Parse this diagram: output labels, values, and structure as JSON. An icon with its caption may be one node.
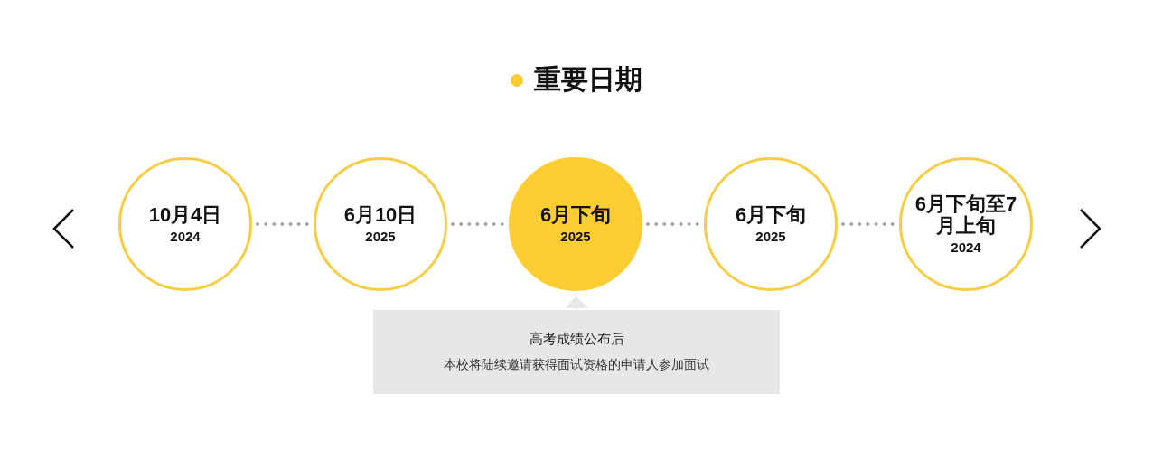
{
  "diagram": {
    "title": "重要日期",
    "nodes": [
      {
        "text": [
          "10月4日",
          "2024"
        ]
      },
      {
        "text": [
          "6月10日",
          "2025"
        ]
      },
      {
        "text": [
          "6月下旬",
          "2025"
        ]
      },
      {
        "text": [
          "6月下旬",
          "2025"
        ]
      },
      {
        "text": [
          "6月下旬至7月上旬",
          "2024"
        ]
      },
      {
        "text": [
          "高考成绩公布后",
          "本校将陆续邀请获得面试资格的申请人参加面试"
        ]
      }
    ],
    "edges": [
      {
        "from": 0,
        "to": 1,
        "arrow": "none",
        "style": "dashed"
      },
      {
        "from": 1,
        "to": 2,
        "arrow": "none",
        "style": "dashed"
      },
      {
        "from": 2,
        "to": 3,
        "arrow": "none",
        "style": "dashed"
      },
      {
        "from": 3,
        "to": 4,
        "arrow": "none",
        "style": "dashed"
      },
      {
        "from": 5,
        "to": 2,
        "arrow": "to",
        "color": "#e6e7e8"
      }
    ]
  }
}
